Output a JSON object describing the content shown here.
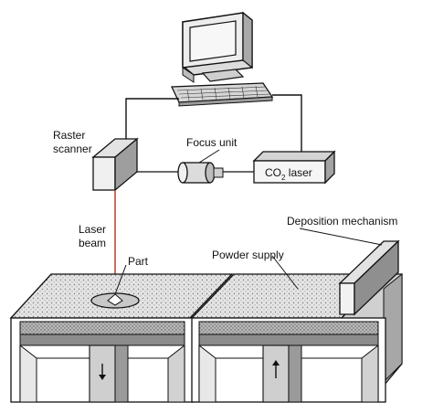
{
  "labels": {
    "raster_scanner_line1": "Raster",
    "raster_scanner_line2": "scanner",
    "focus_unit": "Focus unit",
    "co2_laser_prefix": "CO",
    "co2_laser_sub": "2",
    "co2_laser_suffix": " laser",
    "laser_beam_line1": "Laser",
    "laser_beam_line2": "beam",
    "part": "Part",
    "powder_supply": "Powder supply",
    "deposition_mechanism": "Deposition mechanism"
  },
  "colors": {
    "line": "#111111",
    "laser_beam": "#c0392b",
    "powder": "#d8d8d8",
    "panel_light": "#e6e6e6",
    "panel_mid": "#bcbcbc",
    "panel_dark": "#8c8c8c",
    "screen": "#f4f4f4"
  },
  "icons": {
    "computer": "computer-monitor-icon",
    "keyboard": "keyboard-icon",
    "up_arrow": "arrow-up-icon",
    "down_arrow": "arrow-down-icon"
  }
}
